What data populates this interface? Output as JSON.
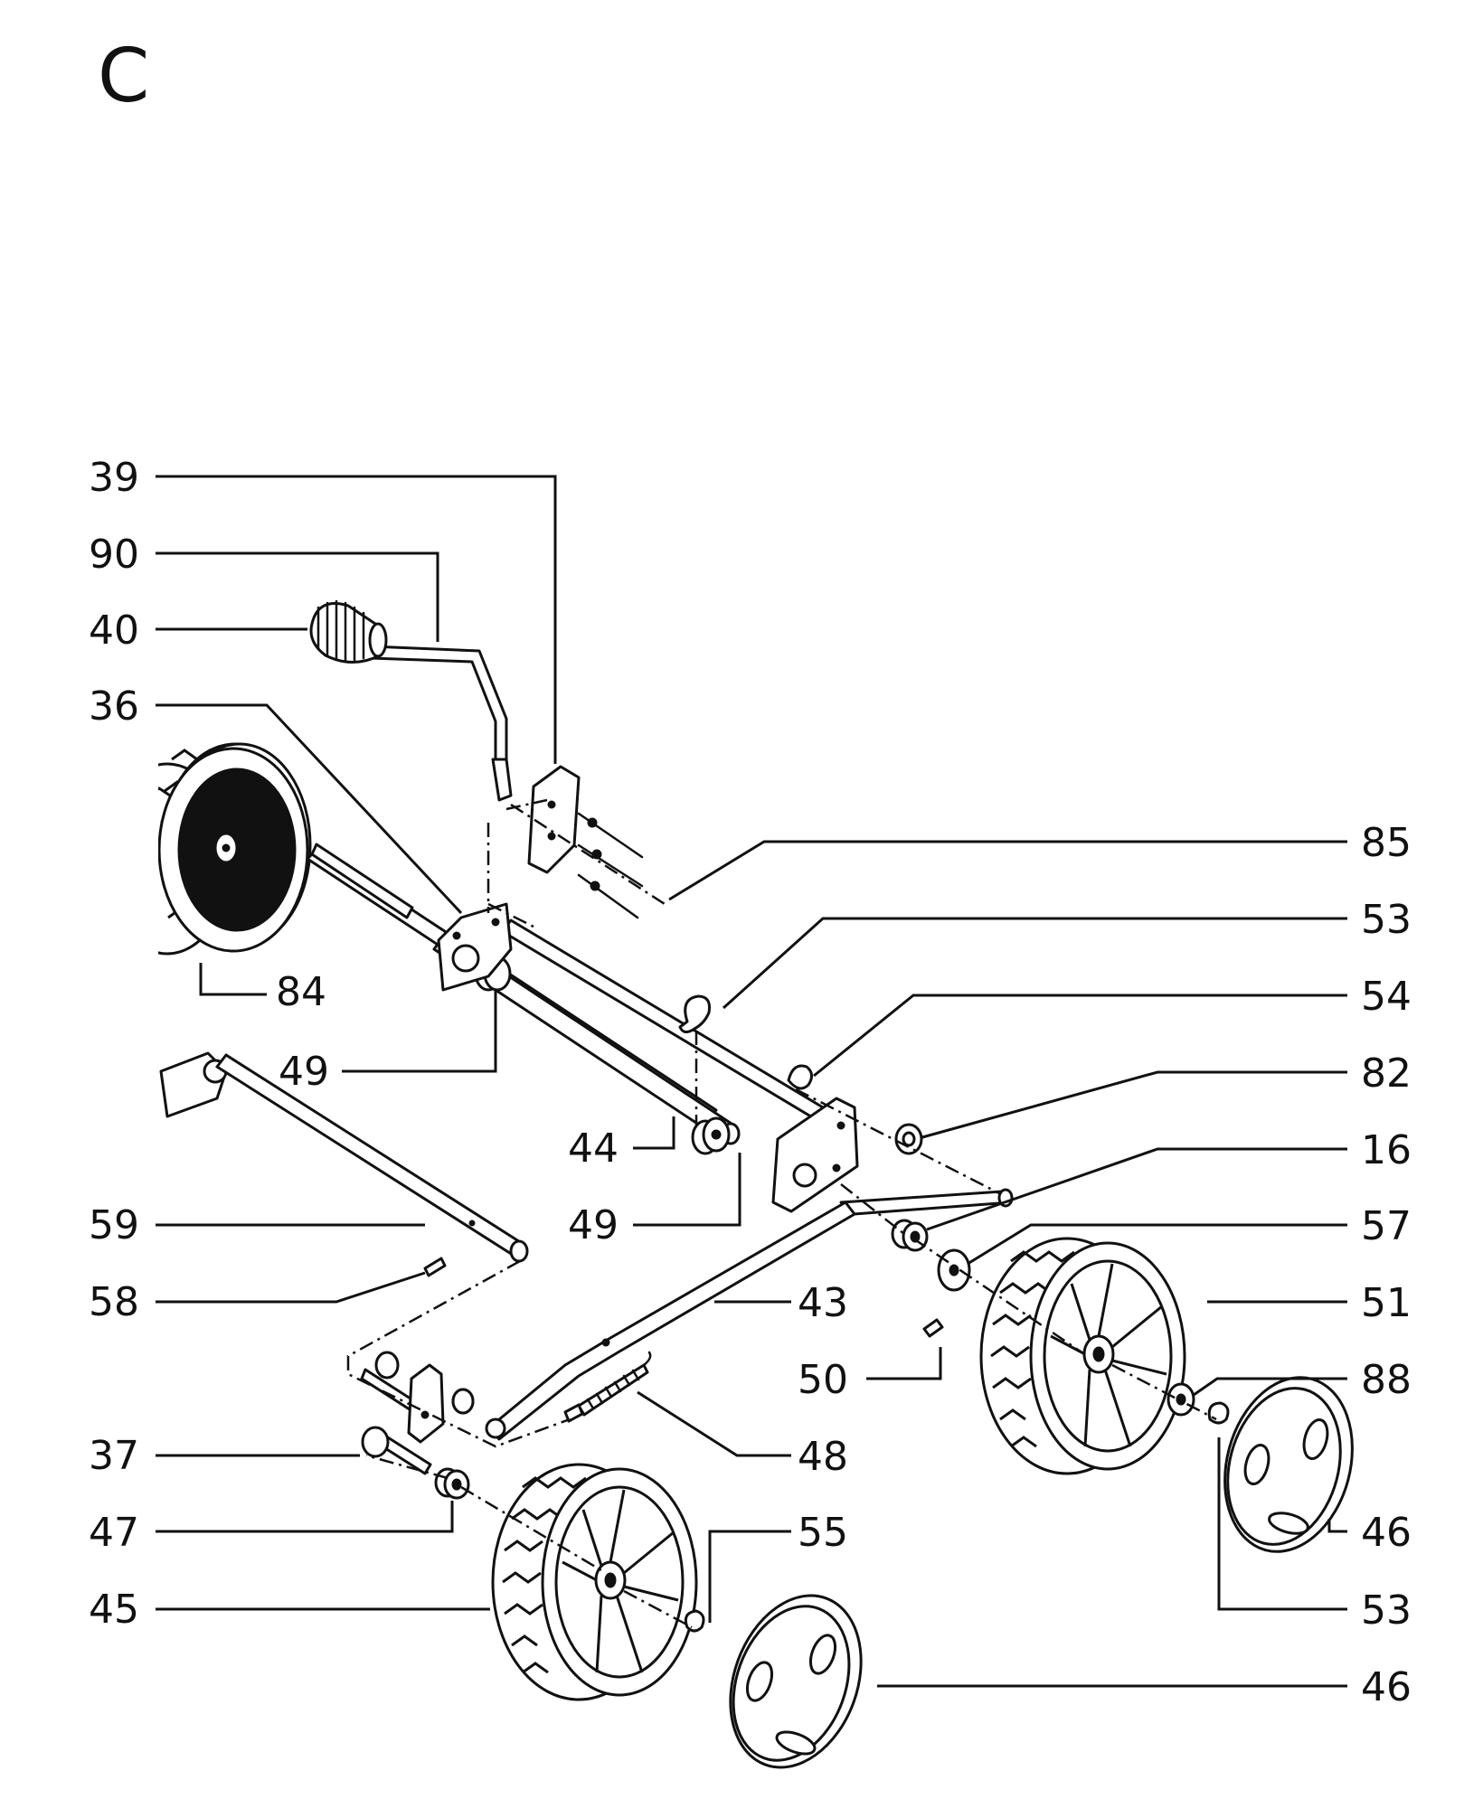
{
  "section_letter": "C",
  "callouts": {
    "c39": "39",
    "c90": "90",
    "c40": "40",
    "c36": "36",
    "c84": "84",
    "c49a": "49",
    "c44": "44",
    "c49b": "49",
    "c59": "59",
    "c58": "58",
    "c37": "37",
    "c47": "47",
    "c45": "45",
    "c85": "85",
    "c53a": "53",
    "c54": "54",
    "c82": "82",
    "c16": "16",
    "c57": "57",
    "c51": "51",
    "c88": "88",
    "c46a": "46",
    "c53b": "53",
    "c43": "43",
    "c50": "50",
    "c48": "48",
    "c55": "55",
    "c46b": "46"
  }
}
